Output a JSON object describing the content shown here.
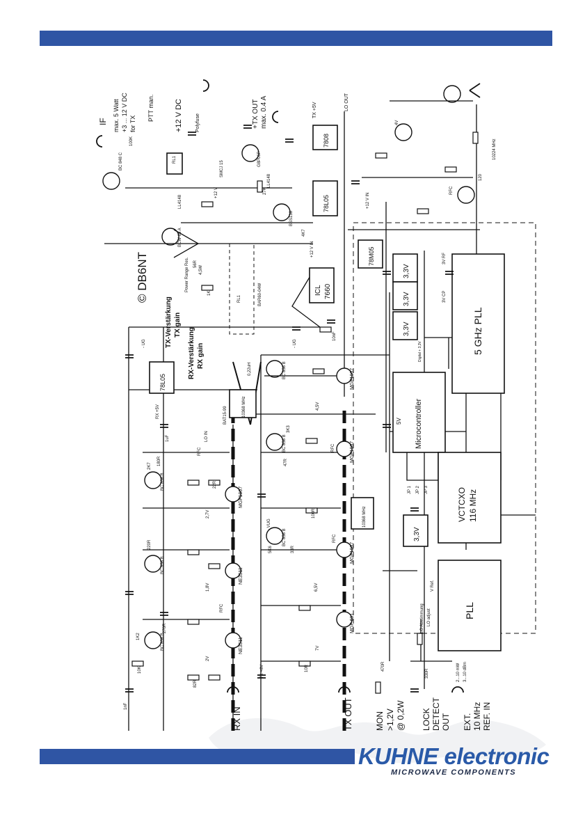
{
  "colors": {
    "bar": "#2f55a4",
    "ink": "#111111",
    "map": "#c9cdd4",
    "logo_blue": "#2a5aa8",
    "logo_dark": "#1e2b48"
  },
  "brand": {
    "name": "KUHNE electronic",
    "tagline": "MICROWAVE COMPONENTS"
  },
  "schematic": {
    "copyright": "© DB6NT",
    "left_labels": {
      "rx_in": "RX IN",
      "tx_out": "TX OUT",
      "mon_1": "MON",
      "mon_2": ">1,2V",
      "mon_3": "@ 0,2W",
      "lock_1": "LOCK",
      "lock_2": "DETECT",
      "lock_3": "OUT",
      "ext_1": "EXT.",
      "ext_2": "10 MHz",
      "ext_3": "REF. IN"
    },
    "top_labels": {
      "if": "IF",
      "if_1": "max. 5 Watt",
      "if_2": "+3 ... 12 V DC",
      "if_3": "for TX",
      "ptt": "PTT man.",
      "vdc": "+12 V DC",
      "polyfuse": "Polyfuse",
      "txout": "+TX OUT",
      "txout_2": "max. 0.4 A",
      "tx5v": "TX +5V",
      "lo_out": "LO OUT"
    },
    "blocks": {
      "pll5g": "5 GHz PLL",
      "micro": "Microcontroller",
      "vctcxo": "VCTCXO",
      "vctcxo_f": "116 MHz",
      "pll": "PLL",
      "reg_78l05": "78L05",
      "reg_78m05": "78M05",
      "reg_7808": "7808",
      "icl": "ICL",
      "icl_n": "7660",
      "v33": "3,3V",
      "rx_reg": "78L05"
    },
    "gain": {
      "tx_1": "TX-Verstärkung",
      "tx_2": "TX gain",
      "rx_1": "RX-Verstärkung",
      "rx_2": "RX gain",
      "power": "Power Range Res."
    },
    "parts": {
      "mgf1907": "MGF1907",
      "ne3511": "NE3511",
      "mgf601": "MGF 601",
      "bc858": "BC 858 B",
      "bc848": "BC 848 C",
      "bcw65": "BCW 65 A",
      "bss138": "BSS138",
      "g8p06": "G8P06P",
      "ll4148": "LL4148",
      "rl1": "RL1",
      "rfc": "RFC",
      "smcj": "SMCJ 15",
      "bat15": "BAT15-99",
      "bar60": "BAR60-04W",
      "f10368": "10368 MHz",
      "f10224": "10224 MHz",
      "jp1": "JP 1",
      "jp2": "JP 2",
      "jp3": "JP 3",
      "lo_in": "LO IN",
      "ug": "- UG",
      "vug": "- VUG",
      "rx5v": "RX +5V",
      "tx8v": "TX +8V",
      "v5": "5V",
      "v3rf": "3V RF",
      "v3cp": "3V CP",
      "digital": "Digital + 3,3V",
      "lo_adj": "LO Abstimmung",
      "lo_adj2": "LO adjust",
      "vref": "V Ref.",
      "ref_lvl": "2...10 mW",
      "ref_lvl2": "3...10 dBm",
      "r1k": "1K",
      "r10k": "10K",
      "r100r": "100R",
      "r82r": "82R",
      "r47r": "47R",
      "r2k7": "2K7",
      "c1nf": "1nF",
      "c1uf": "1uF",
      "c10nf": "10nF",
      "r330r": "330R",
      "r470r": "470R",
      "v12in": "+12 V IN",
      "v12": "+12 V",
      "r4k7": "4K7",
      "r22r": "22R",
      "r10r": "10R",
      "r27k": "27K",
      "r3k3": "3K3",
      "r1k2": "1K2",
      "r220r": "220R",
      "r270r": "270R",
      "r56r": "56R",
      "r180r": "180R",
      "r33r": "33R",
      "r5k6": "5K6",
      "r120": "120",
      "r100k": "100K",
      "ind": "0,22uH",
      "w45": "4,5W",
      "v7": "7V",
      "v65": "6,5V",
      "v45": "4,5V",
      "v27": "2,7V",
      "v18": "1,8V",
      "v2": "2V",
      "v4": "4V"
    }
  }
}
